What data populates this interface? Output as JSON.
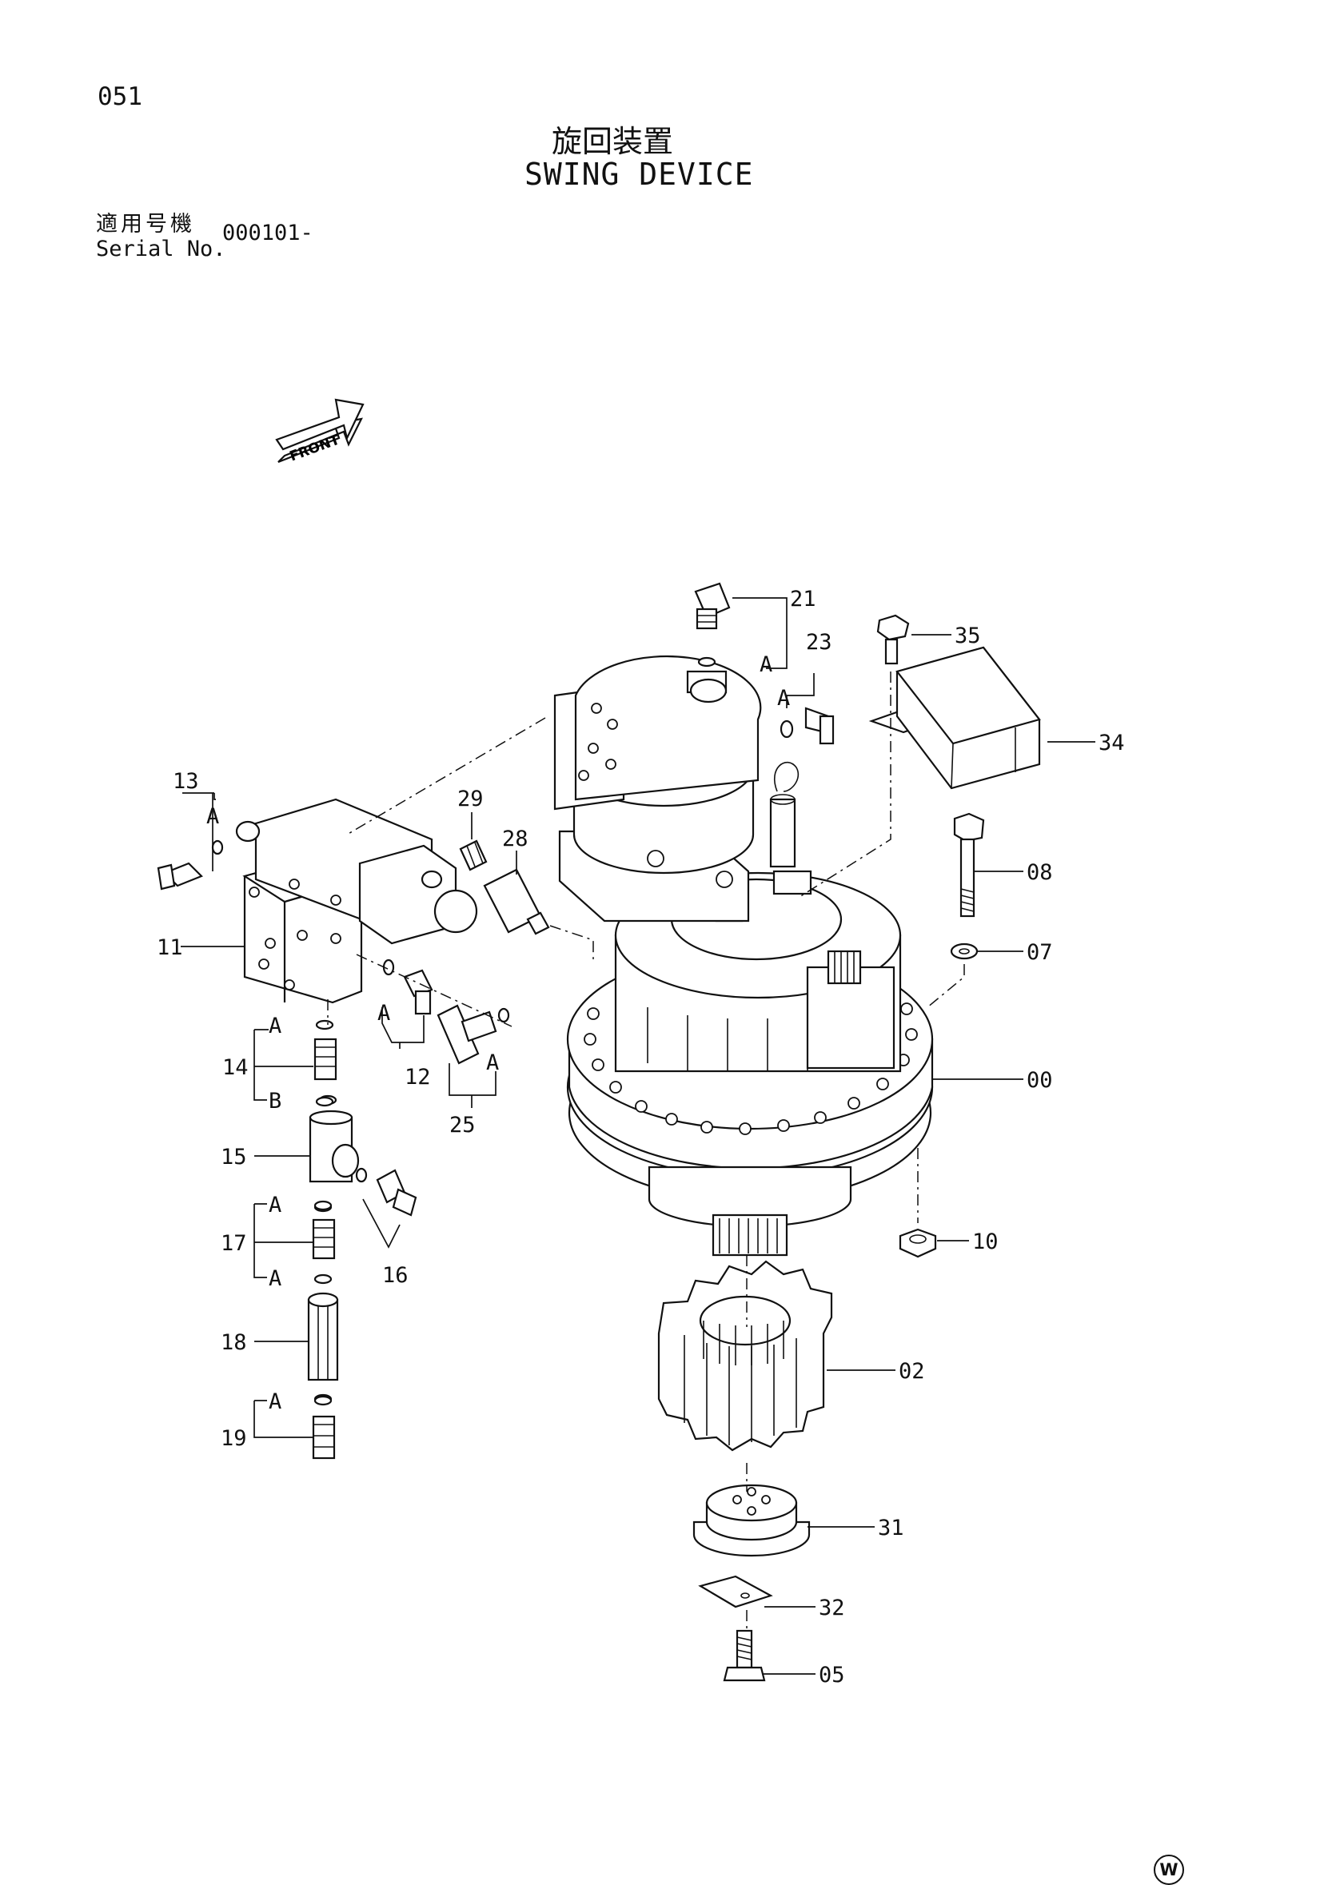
{
  "header": {
    "page_number": "051",
    "title_jp": "旋回装置",
    "title_en": "SWING DEVICE",
    "serial_label_jp": "適用号機",
    "serial_label_en": "Serial No.",
    "serial_value": "000101-"
  },
  "front_arrow_label": "FRONT",
  "callouts": {
    "c00": "00",
    "c02": "02",
    "c05": "05",
    "c07": "07",
    "c08": "08",
    "c10": "10",
    "c11": "11",
    "c12": "12",
    "c13": "13",
    "c14": "14",
    "c15": "15",
    "c16": "16",
    "c17": "17",
    "c18": "18",
    "c19": "19",
    "c21": "21",
    "c23": "23",
    "c25": "25",
    "c28": "28",
    "c29": "29",
    "c31": "31",
    "c32": "32",
    "c34": "34",
    "c35": "35"
  },
  "oring_labels": {
    "a": "A",
    "b": "B"
  },
  "footer_mark": "W"
}
